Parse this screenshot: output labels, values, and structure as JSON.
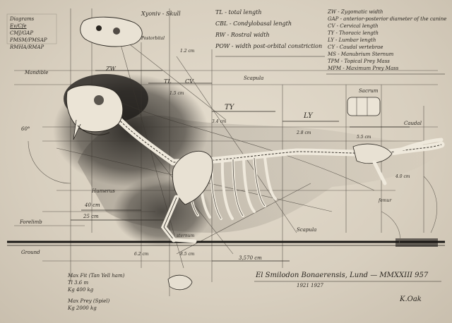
{
  "colors": {
    "paper": "#ddd4c5",
    "ink": "#2a2620",
    "shadow": "#1e1c19",
    "bone": "#efe9dc"
  },
  "left_legend": [
    "Diagrams",
    "Ev/Cfe",
    "CMJ/GAP",
    "PMSM/PMSAP",
    "RMHA/RMAP"
  ],
  "top_legend": [
    "TL - total length",
    "CBL - Condylobasal length",
    "RW - Rostral width",
    "POW - width post-orbital constriction"
  ],
  "right_legend": [
    "ZW - Zygomatic width",
    "GAP - anterior-posterior diameter of the canine",
    "CV - Cervical length",
    "TY - Thoracic length",
    "LY - Lumbar length",
    "CY - Caudal vertebrae",
    "MS - Manubrium Sternum",
    "TPM - Topical Prey Mass",
    "MPM - Maximum Prey Mass"
  ],
  "skull_label": "Xyoniv - Skull",
  "labels": {
    "postorbital": "Postorbital",
    "zw_label": "ZW",
    "tl": "TL",
    "cv": "CV",
    "ty": "TY",
    "ly": "LY",
    "mandible": "Mandible",
    "forelimb": "Forelimb",
    "scapula_top": "Scapula",
    "scapula_bottom": "Scapula",
    "sacrum": "Sacrum",
    "caudal": "Caudal",
    "humerus": "Humerus",
    "sternum": "sternum",
    "degrees": "60°",
    "shoulder": "40 cm",
    "chest_width": "25 cm",
    "ground": "Ground",
    "length_bottom": "3,570 cm",
    "femur": "femur"
  },
  "numbers": [
    "1.2 cm",
    "1.5 cm",
    "3.4 cm",
    "2.8 cm",
    "5.5 cm",
    "4.0 cm",
    "6.2 cm",
    "8.5 cm"
  ],
  "title": "El Smilodon Bonaerensis, Lund — MMXXIII 957",
  "subtitle": "1921 1927",
  "notes": [
    "Max Fit (Tan Yell ham)",
    "Tl 3.6 m",
    "Kg 400 kg",
    "Max Prey (Spiel)",
    "Kg 2000 kg"
  ],
  "signature": "K.Oak"
}
